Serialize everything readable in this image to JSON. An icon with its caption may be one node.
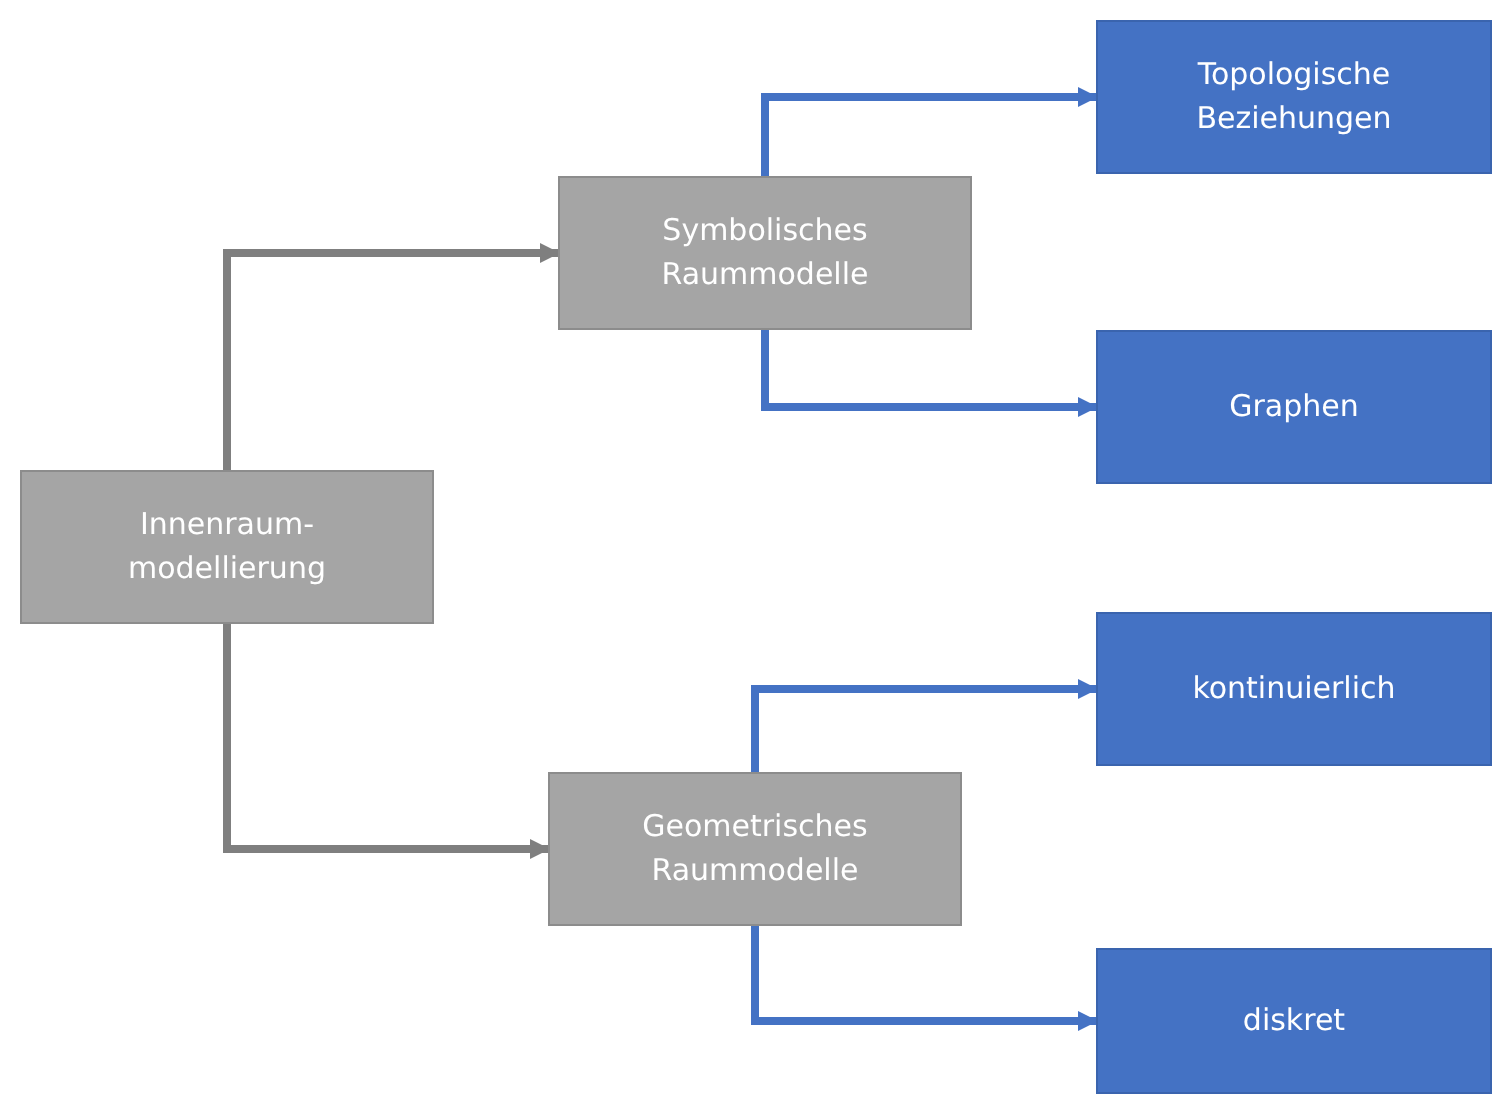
{
  "diagram": {
    "nodes": [
      {
        "text": [
          "Innenraum- modellierung"
        ]
      },
      {
        "text": [
          "Symbolisches Raummodelle"
        ]
      },
      {
        "text": [
          "Geometrisches Raummodelle"
        ]
      },
      {
        "text": [
          "Topologische Beziehungen"
        ]
      },
      {
        "text": [
          "Graphen"
        ]
      },
      {
        "text": [
          "kontinuierlich"
        ]
      },
      {
        "text": [
          "diskret"
        ]
      }
    ],
    "edges": [
      {
        "from": 0,
        "to": 1,
        "arrow": "to",
        "color": "#7f7f7f"
      },
      {
        "from": 0,
        "to": 2,
        "arrow": "to",
        "color": "#7f7f7f"
      },
      {
        "from": 1,
        "to": 3,
        "arrow": "to"
      },
      {
        "from": 1,
        "to": 4,
        "arrow": "to"
      },
      {
        "from": 2,
        "to": 5,
        "arrow": "to"
      },
      {
        "from": 2,
        "to": 6,
        "arrow": "to"
      }
    ]
  }
}
